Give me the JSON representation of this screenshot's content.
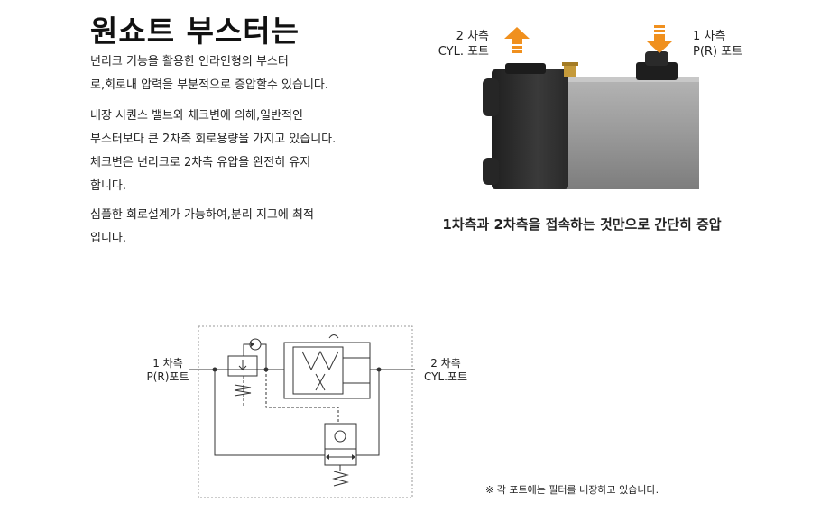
{
  "title": "원쇼트 부스터는",
  "description": {
    "paragraph1": [
      "넌리크 기능을 활용한 인라인형의 부스터",
      "로,회로내 압력을 부분적으로 증압할수 있습니다."
    ],
    "paragraph2": [
      "내장 시퀀스 밸브와 체크변에 의해,일반적인",
      "부스터보다 큰 2차측 회로용량을 가지고 있습니다.",
      "체크변은 넌리크로 2차측 유압을 완전히 유지",
      "합니다."
    ],
    "paragraph3": [
      "심플한 회로설계가 가능하여,분리 지그에 최적",
      "입니다."
    ]
  },
  "photo": {
    "secondary_port": [
      "2 차측",
      "CYL. 포트"
    ],
    "primary_port": [
      "1 차측",
      "P(R) 포트"
    ],
    "caption": "1차측과 2차측을 접속하는 것만으로 간단히 증압",
    "colors": {
      "arrow": "#f0901e",
      "body": "#8e8e8e",
      "block": "#2f2f2f"
    }
  },
  "diagram": {
    "primary_label": [
      "1 차측",
      "P(R)포트"
    ],
    "secondary_label": [
      "2 차측",
      "CYL.포트"
    ]
  },
  "note": "※ 각 포트에는 필터를 내장하고 있습니다."
}
